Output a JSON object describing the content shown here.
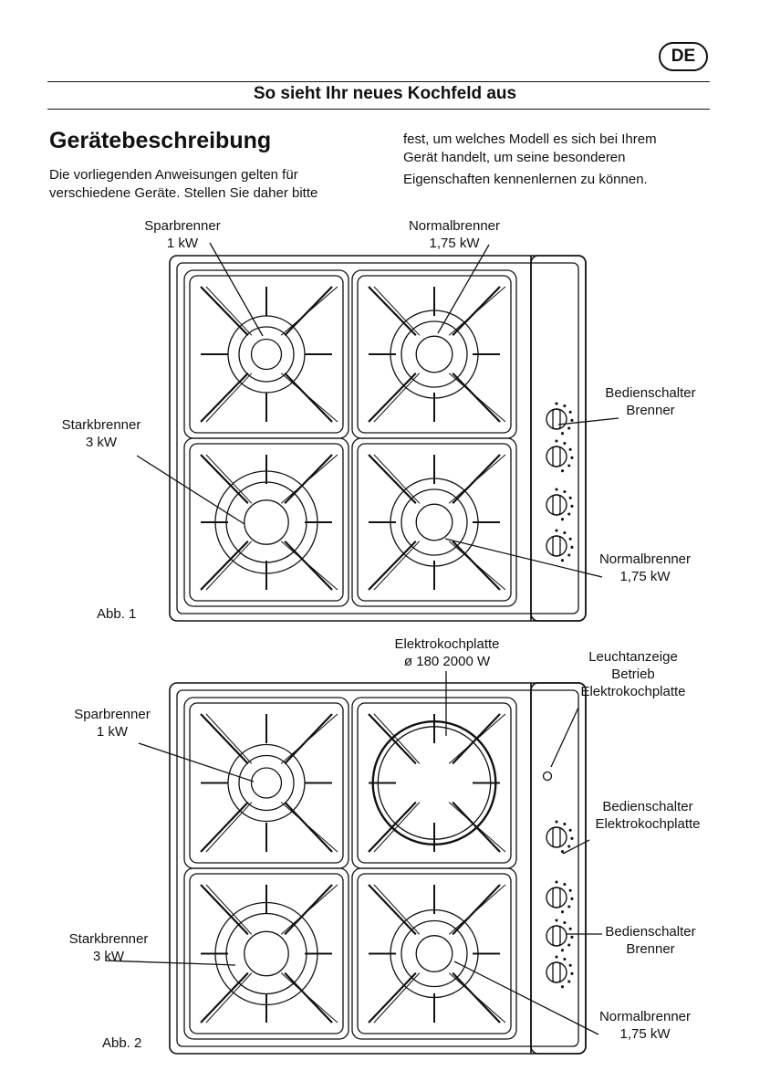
{
  "badge": "DE",
  "header": "So sieht Ihr neues Kochfeld aus",
  "title": "Gerätebeschreibung",
  "intro_left": [
    "Die vorliegenden Anweisungen gelten für",
    "verschiedene Geräte. Stellen Sie daher bitte"
  ],
  "intro_right": [
    "fest, um welches Modell es sich bei Ihrem",
    "Gerät handelt, um seine besonderen",
    "Eigenschaften kennenlernen zu können."
  ],
  "figure1": {
    "caption": "Abb. 1",
    "labels": {
      "sparbrenner": [
        "Sparbrenner",
        "1 kW"
      ],
      "normalbrenner_top": [
        "Normalbrenner",
        "1,75 kW"
      ],
      "starkbrenner": [
        "Starkbrenner",
        "3 kW"
      ],
      "bedienschalter": [
        "Bedienschalter",
        "Brenner"
      ],
      "normalbrenner_bottom": [
        "Normalbrenner",
        "1,75 kW"
      ]
    }
  },
  "figure2": {
    "caption": "Abb. 2",
    "labels": {
      "elektrokochplatte": [
        "Elektrokochplatte",
        "ø 180 2000 W"
      ],
      "leuchtanzeige": [
        "Leuchtanzeige",
        "Betrieb",
        "Elektrokochplatte"
      ],
      "sparbrenner": [
        "Sparbrenner",
        "1 kW"
      ],
      "bedienschalter_elektro": [
        "Bedienschalter",
        "Elektrokochplatte"
      ],
      "starkbrenner": [
        "Starkbrenner",
        "3 kW"
      ],
      "bedienschalter_brenner": [
        "Bedienschalter",
        "Brenner"
      ],
      "normalbrenner": [
        "Normalbrenner",
        "1,75 kW"
      ]
    }
  }
}
